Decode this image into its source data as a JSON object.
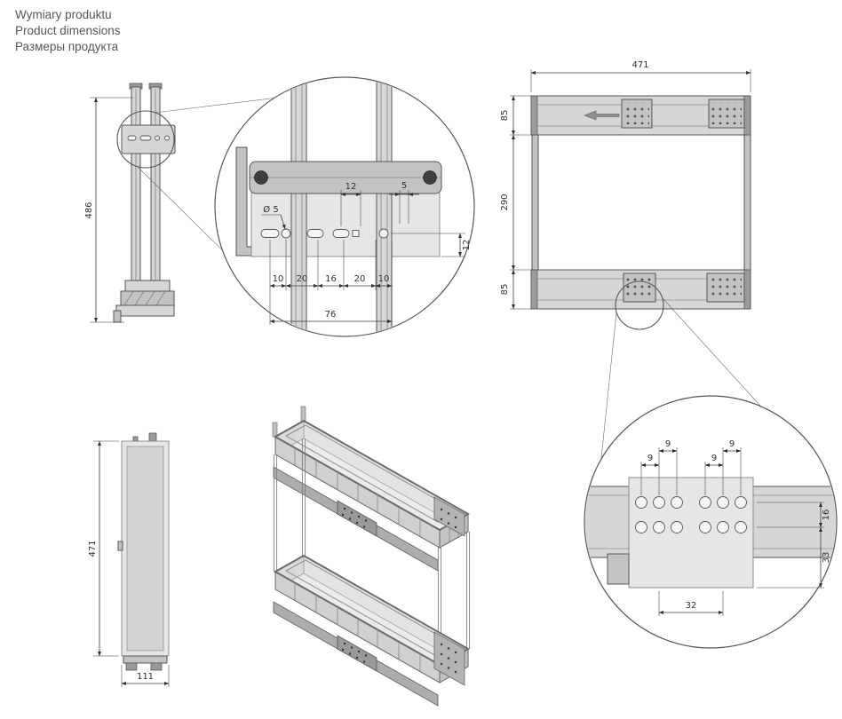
{
  "header": {
    "line1": "Wymiary produktu",
    "line2": "Product dimensions",
    "line3": "Размеры продукта"
  },
  "views": {
    "side": {
      "height": "486"
    },
    "bracket_detail": {
      "top_width": "12",
      "top_offset": "5",
      "hole_dia": "Ø 5",
      "side_offset": "12",
      "chain": [
        "10",
        "20",
        "16",
        "20",
        "10"
      ],
      "total": "76"
    },
    "top": {
      "width": "471",
      "left_chain": [
        "85",
        "290",
        "85"
      ]
    },
    "holes_detail": {
      "upper": [
        "9",
        "9"
      ],
      "lower": [
        "9",
        "9"
      ],
      "row_gap": "16",
      "bottom_gap": "33",
      "span": "32"
    },
    "front": {
      "height": "471",
      "width": "111"
    }
  },
  "colors": {
    "line": "#4d4d4d",
    "fill_light": "#d9d9d9",
    "fill_dark": "#9b9b9b",
    "text": "#2e2e2e"
  }
}
